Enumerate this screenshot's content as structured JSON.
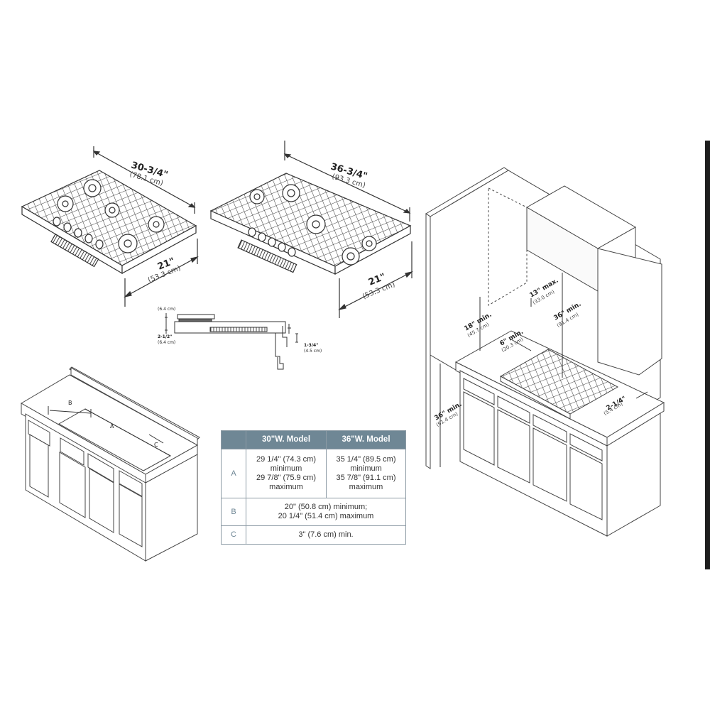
{
  "cooktop_30": {
    "width_in": "30-3/4\"",
    "width_cm": "(78.1 cm)",
    "depth_in": "21\"",
    "depth_cm": "(53.3 cm)"
  },
  "cooktop_36": {
    "width_in": "36-3/4\"",
    "width_cm": "(93.3 cm)",
    "depth_in": "21\"",
    "depth_cm": "(53.3 cm)"
  },
  "side_profile": {
    "top_cm": "(6.4 cm)",
    "left_in": "2-1/2\"",
    "left_cm": "(6.4 cm)",
    "right_in": "1-3/4\"",
    "right_cm": "(4.5 cm)"
  },
  "cutout_labels": {
    "a": "A",
    "b": "B",
    "c": "C"
  },
  "installation": {
    "upper_cabinet_in": "13\" max.",
    "upper_cabinet_cm": "(33.0 cm)",
    "to_cabinet_in": "36\" min.",
    "to_cabinet_cm": "(91.4 cm)",
    "side_clearance_in": "18\" min.",
    "side_clearance_cm": "(45.7 cm)",
    "rear_in": "6\" min.",
    "rear_cm": "(20.3 cm)",
    "counter_height_in": "36\" min.",
    "counter_height_cm": "(91.4 cm)",
    "side_wall_in": "2-1/4\"",
    "side_wall_cm": "(5.4 cm)"
  },
  "table": {
    "headers": [
      "",
      "30\"W. Model",
      "36\"W. Model"
    ],
    "row_a": {
      "label": "A",
      "w30_line1": "29 1/4\" (74.3 cm)",
      "w30_line2": "minimum",
      "w30_line3": "29 7/8\" (75.9 cm)",
      "w30_line4": "maximum",
      "w36_line1": "35 1/4\" (89.5 cm)",
      "w36_line2": "minimum",
      "w36_line3": "35 7/8\" (91.1 cm)",
      "w36_line4": "maximum"
    },
    "row_b": {
      "label": "B",
      "line1": "20\" (50.8 cm) minimum;",
      "line2": "20 1/4\" (51.4 cm) maximum"
    },
    "row_c": {
      "label": "C",
      "line1": "3\" (7.6 cm) min."
    }
  },
  "colors": {
    "table_header": "#6f8795",
    "table_border": "#8d9ba5",
    "line_art": "#333333",
    "edge_bar": "#1e1e1e"
  }
}
